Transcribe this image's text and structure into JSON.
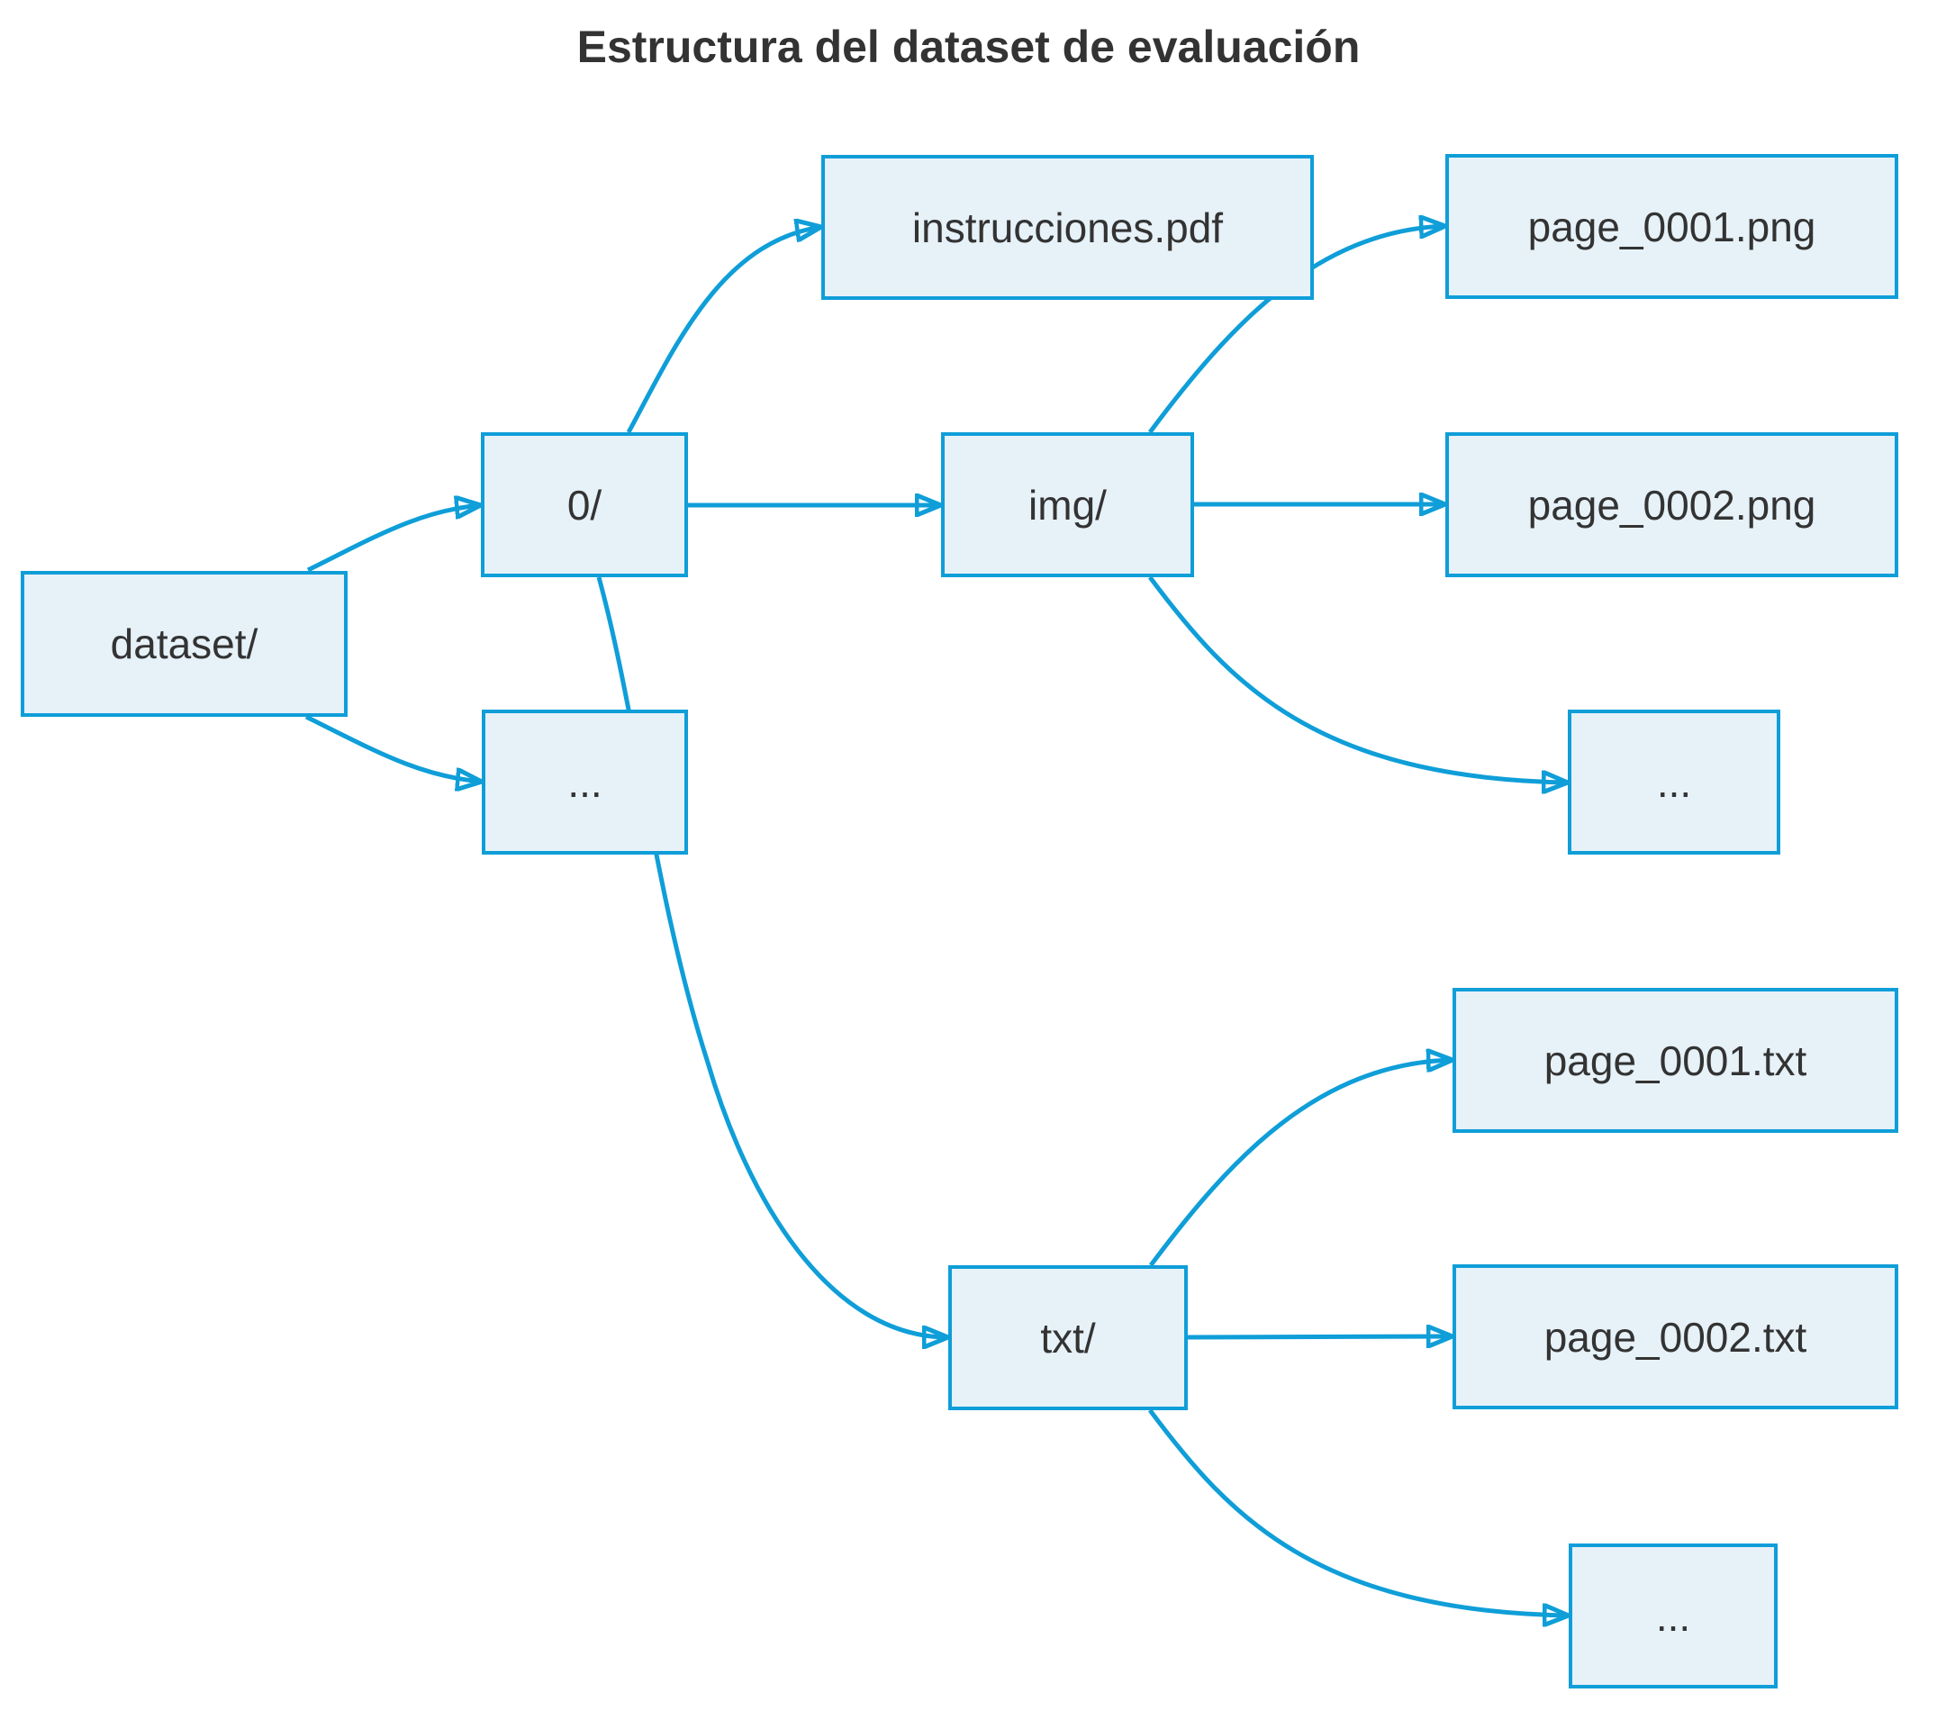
{
  "title": "Estructura del dataset de evaluación",
  "colors": {
    "accent": "#0f9ed8",
    "node_fill": "#e6f1f8",
    "text": "#333333",
    "background": "#ffffff"
  },
  "nodes": {
    "dataset": {
      "label": "dataset/"
    },
    "zero": {
      "label": "0/"
    },
    "dots_root": {
      "label": "..."
    },
    "instrucciones": {
      "label": "instrucciones.pdf"
    },
    "img": {
      "label": "img/"
    },
    "png1": {
      "label": "page_0001.png"
    },
    "png2": {
      "label": "page_0002.png"
    },
    "dots_img": {
      "label": "..."
    },
    "txt": {
      "label": "txt/"
    },
    "txt1": {
      "label": "page_0001.txt"
    },
    "txt2": {
      "label": "page_0002.txt"
    },
    "dots_txt": {
      "label": "..."
    }
  },
  "edges": [
    {
      "from": "dataset/",
      "to": "0/"
    },
    {
      "from": "dataset/",
      "to": "..."
    },
    {
      "from": "0/",
      "to": "instrucciones.pdf"
    },
    {
      "from": "0/",
      "to": "img/"
    },
    {
      "from": "0/",
      "to": "txt/"
    },
    {
      "from": "img/",
      "to": "page_0001.png"
    },
    {
      "from": "img/",
      "to": "page_0002.png"
    },
    {
      "from": "img/",
      "to": "..."
    },
    {
      "from": "txt/",
      "to": "page_0001.txt"
    },
    {
      "from": "txt/",
      "to": "page_0002.txt"
    },
    {
      "from": "txt/",
      "to": "..."
    }
  ]
}
